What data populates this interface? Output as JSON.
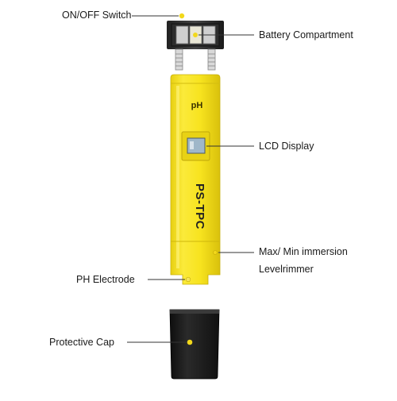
{
  "labels": {
    "on_off_switch": "ON/OFF Switch",
    "battery_compartment": "Battery Compartment",
    "lcd_display": "LCD Display",
    "max_min_line1": "Max/ Min immersion",
    "max_min_line2": "Levelrimmer",
    "ph_electrode": "PH Electrode",
    "protective_cap": "Protective Cap"
  },
  "device": {
    "model_text": "pH",
    "brand_text": "PS-TPC"
  },
  "colors": {
    "body_yellow": "#f7e31f",
    "body_shadow": "#e0c90f",
    "cap_black": "#1c1c1c",
    "marker_yellow": "#f2d81b",
    "leader_line": "#333333",
    "lcd_screen": "#9fb7c9"
  }
}
